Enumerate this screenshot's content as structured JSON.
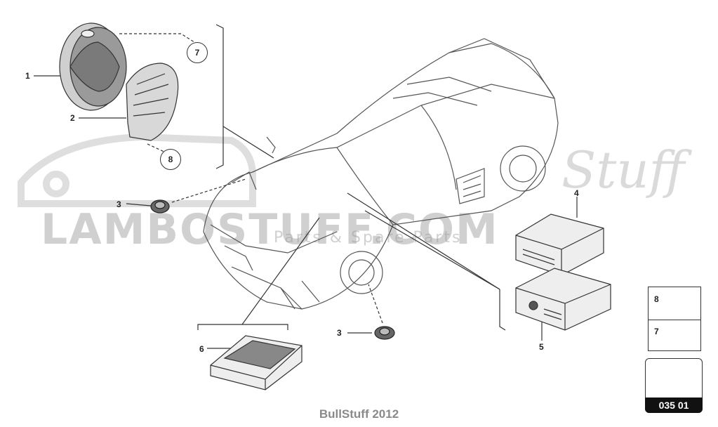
{
  "watermark": {
    "brand": "LAMBOSTUFF.COM",
    "script": "Stuff",
    "sub": "Parts & Spare Parts"
  },
  "callouts": [
    {
      "id": "1",
      "label": "1"
    },
    {
      "id": "2",
      "label": "2"
    },
    {
      "id": "3a",
      "label": "3"
    },
    {
      "id": "3b",
      "label": "3"
    },
    {
      "id": "4",
      "label": "4"
    },
    {
      "id": "5",
      "label": "5"
    },
    {
      "id": "6",
      "label": "6"
    }
  ],
  "circled_refs": [
    {
      "id": "7",
      "label": "7"
    },
    {
      "id": "8",
      "label": "8"
    }
  ],
  "legend": {
    "items": [
      {
        "number": "8",
        "icon": "flange-screw-icon"
      },
      {
        "number": "7",
        "icon": "screw-icon"
      }
    ]
  },
  "reference": {
    "code": "035 01",
    "icon": "folder-arrow-icon"
  },
  "footer": "BullStuff 2012",
  "colors": {
    "line": "#333333",
    "watermark": "#969696",
    "label_bg": "#111111"
  }
}
